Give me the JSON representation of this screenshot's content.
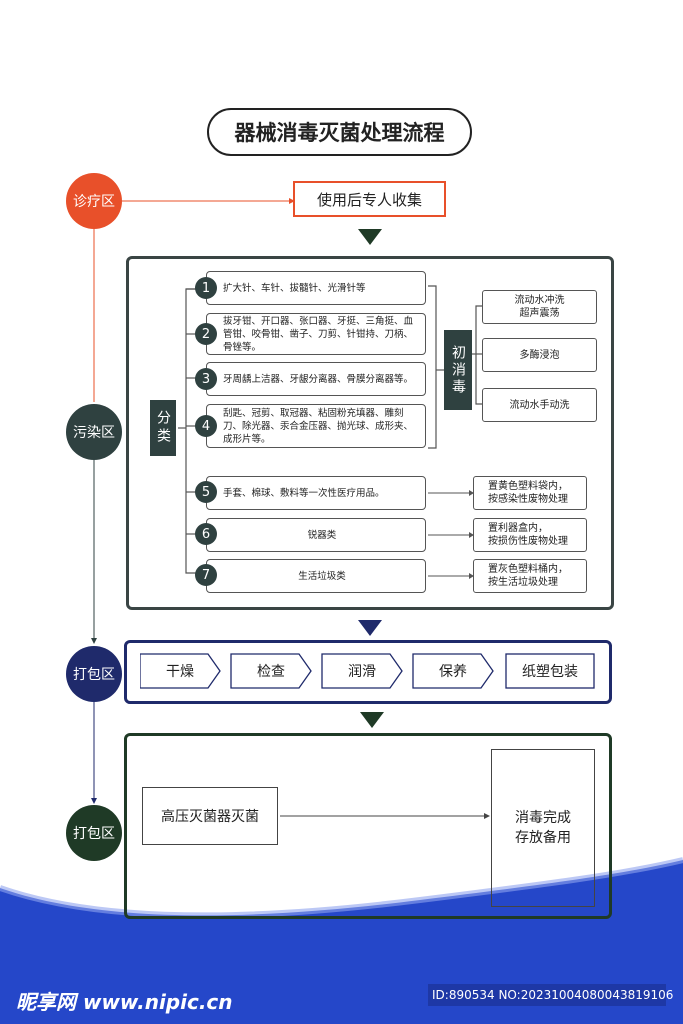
{
  "title": "器械消毒灭菌处理流程",
  "zones": {
    "z1": "诊疗区",
    "z2": "污染区",
    "z3": "打包区",
    "z4": "打包区"
  },
  "collect": "使用后专人收集",
  "classify_label": "分类",
  "initial_disinfect_label": "初消毒",
  "items": [
    {
      "num": "1",
      "text": "扩大针、车针、拔髓针、光滑针等"
    },
    {
      "num": "2",
      "text": "拔牙钳、开口器、张口器、牙挺、三角挺、血管钳、咬骨钳、凿子、刀剪、针钳持、刀柄、骨锉等。"
    },
    {
      "num": "3",
      "text": "牙周龋上洁器、牙龈分离器、骨膜分离器等。"
    },
    {
      "num": "4",
      "text": "刮匙、冠剪、取冠器、粘固粉充填器、雕刻刀、除光器、汞合金压器、抛光球、成形夹、成形片等。"
    },
    {
      "num": "5",
      "text": "手套、棉球、敷料等一次性医疗用品。"
    },
    {
      "num": "6",
      "text": "锐器类"
    },
    {
      "num": "7",
      "text": "生活垃圾类"
    }
  ],
  "disinfect_steps": [
    "流动水冲洗\n超声震荡",
    "多酶浸泡",
    "流动水手动洗"
  ],
  "disposal": [
    "置黄色塑料袋内，\n按感染性废物处理",
    "置利器盒内，\n按损伤性废物处理",
    "置灰色塑料桶内，\n按生活垃圾处理"
  ],
  "pack_steps": [
    "干燥",
    "检查",
    "润滑",
    "保养",
    "纸塑包装"
  ],
  "sterilize": "高压灭菌器灭菌",
  "finish": "消毒完成\n存放备用",
  "footer": {
    "logo": "昵享网 www.nipic.cn",
    "id": "ID:890534 NO:20231004080043819106"
  },
  "colors": {
    "orange": "#e8502a",
    "dark_teal": "#2f4140",
    "navy": "#1f2a6b",
    "dark_green": "#1f3a26",
    "blue_footer": "#2547c9"
  }
}
